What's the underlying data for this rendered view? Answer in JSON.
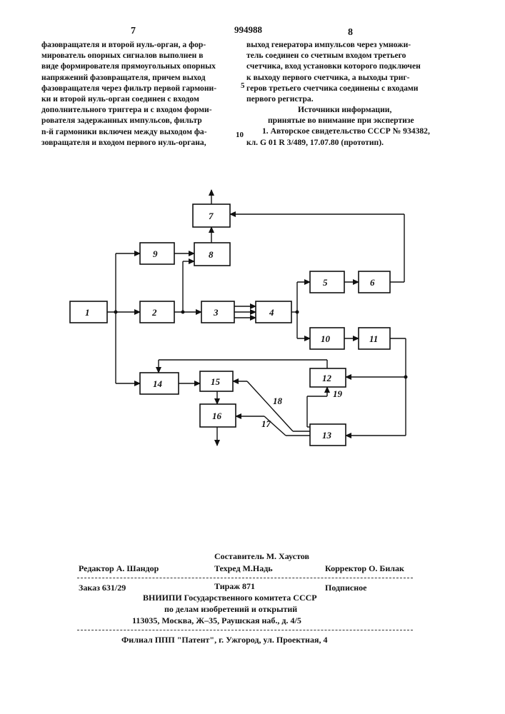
{
  "header": {
    "page_left": "7",
    "page_right": "8",
    "patent_no": "994988"
  },
  "left_column": [
    "фазовращателя и второй нуль-орган, а фор-",
    "мирователь опорных сигналов выполнен в",
    "виде формирователя прямоугольных опорных",
    "напряжений фазовращателя, причем выход",
    "фазовращателя через фильтр первой гармони-",
    "ки и второй нуль-орган соединен с входом",
    "дополнительного триггера и с входом форми-",
    "рователя задержанных импульсов, фильтр",
    "n-й гармоники включен между выходом фа-",
    "зовращателя и входом первого нуль-органа,"
  ],
  "right_column": [
    "выход генератора импульсов через умножи-",
    "тель соединен со счетным входом третьего",
    "счетчика, вход установки которого подключен",
    "к выходу первого счетчика, а выходы триг-",
    "геров третьего счетчика соединены с входами",
    "первого регистра."
  ],
  "line_numbers": {
    "n5": "5",
    "n10": "10"
  },
  "sources": {
    "title_1": "Источники информации,",
    "title_2": "принятые во внимание при экспертизе",
    "ref_1": "1. Авторское свидетельство СССР № 934382,",
    "ref_2": "кл. G 01 R 3/489, 17.07.80 (прототип)."
  },
  "diagram": {
    "blocks": [
      "1",
      "2",
      "3",
      "4",
      "5",
      "6",
      "7",
      "8",
      "9",
      "10",
      "11",
      "12",
      "13",
      "14",
      "15",
      "16"
    ],
    "line_labels": [
      "17",
      "18",
      "19"
    ]
  },
  "footer": {
    "editor": "Редактор А. Шандор",
    "compiler": "Составитель М. Хаустов",
    "techred": "Техред М.Надь",
    "corrector": "Корректор О. Билак",
    "order": "Заказ 631/29",
    "circulation": "Тираж 871",
    "subscription": "Подписное",
    "org_1": "ВНИИПИ Государственного комитета СССР",
    "org_2": "по делам изобретений и открытий",
    "org_3": "113035, Москва, Ж–35, Раушская наб., д. 4/5",
    "branch": "Филиал ППП \"Патент\", г. Ужгород, ул. Проектная, 4"
  }
}
